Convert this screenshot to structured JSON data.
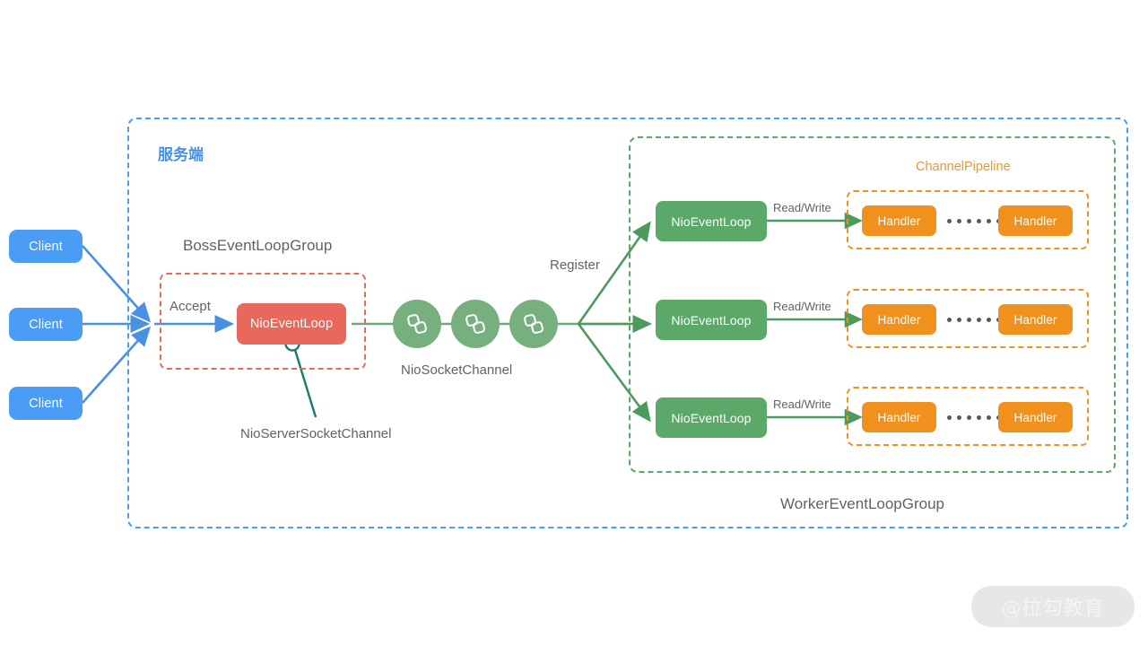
{
  "diagram": {
    "title_server": "服务端",
    "groups": {
      "boss": "BossEventLoopGroup",
      "worker": "WorkerEventLoopGroup"
    },
    "clients": [
      {
        "label": "Client"
      },
      {
        "label": "Client"
      },
      {
        "label": "Client"
      }
    ],
    "boss": {
      "accept_label": "Accept",
      "event_loop": "NioEventLoop",
      "server_channel_label": "NioServerSocketChannel"
    },
    "channels": {
      "label": "NioSocketChannel",
      "icon": "chain-link-icon",
      "count": 3
    },
    "register_label": "Register",
    "pipeline_label": "ChannelPipeline",
    "worker_rows": [
      {
        "event_loop": "NioEventLoop",
        "edge_label": "Read/Write",
        "handler_first": "Handler",
        "handler_last": "Handler",
        "ellipsis_dots": 6
      },
      {
        "event_loop": "NioEventLoop",
        "edge_label": "Read/Write",
        "handler_first": "Handler",
        "handler_last": "Handler",
        "ellipsis_dots": 6
      },
      {
        "event_loop": "NioEventLoop",
        "edge_label": "Read/Write",
        "handler_first": "Handler",
        "handler_last": "Handler",
        "ellipsis_dots": 6
      }
    ],
    "watermark": "@拉勾教育",
    "colors": {
      "client_blue": "#4A9CF5",
      "server_border_blue": "#4A9CF5",
      "server_title_blue": "#4A90E2",
      "boss_red": "#E8685C",
      "worker_green": "#5BA869",
      "channel_green": "#77B07F",
      "handler_orange": "#F0911E",
      "pipeline_orange": "#E89A2C",
      "teal_connector": "#1A7A6A",
      "text_gray": "#5F6368"
    }
  }
}
